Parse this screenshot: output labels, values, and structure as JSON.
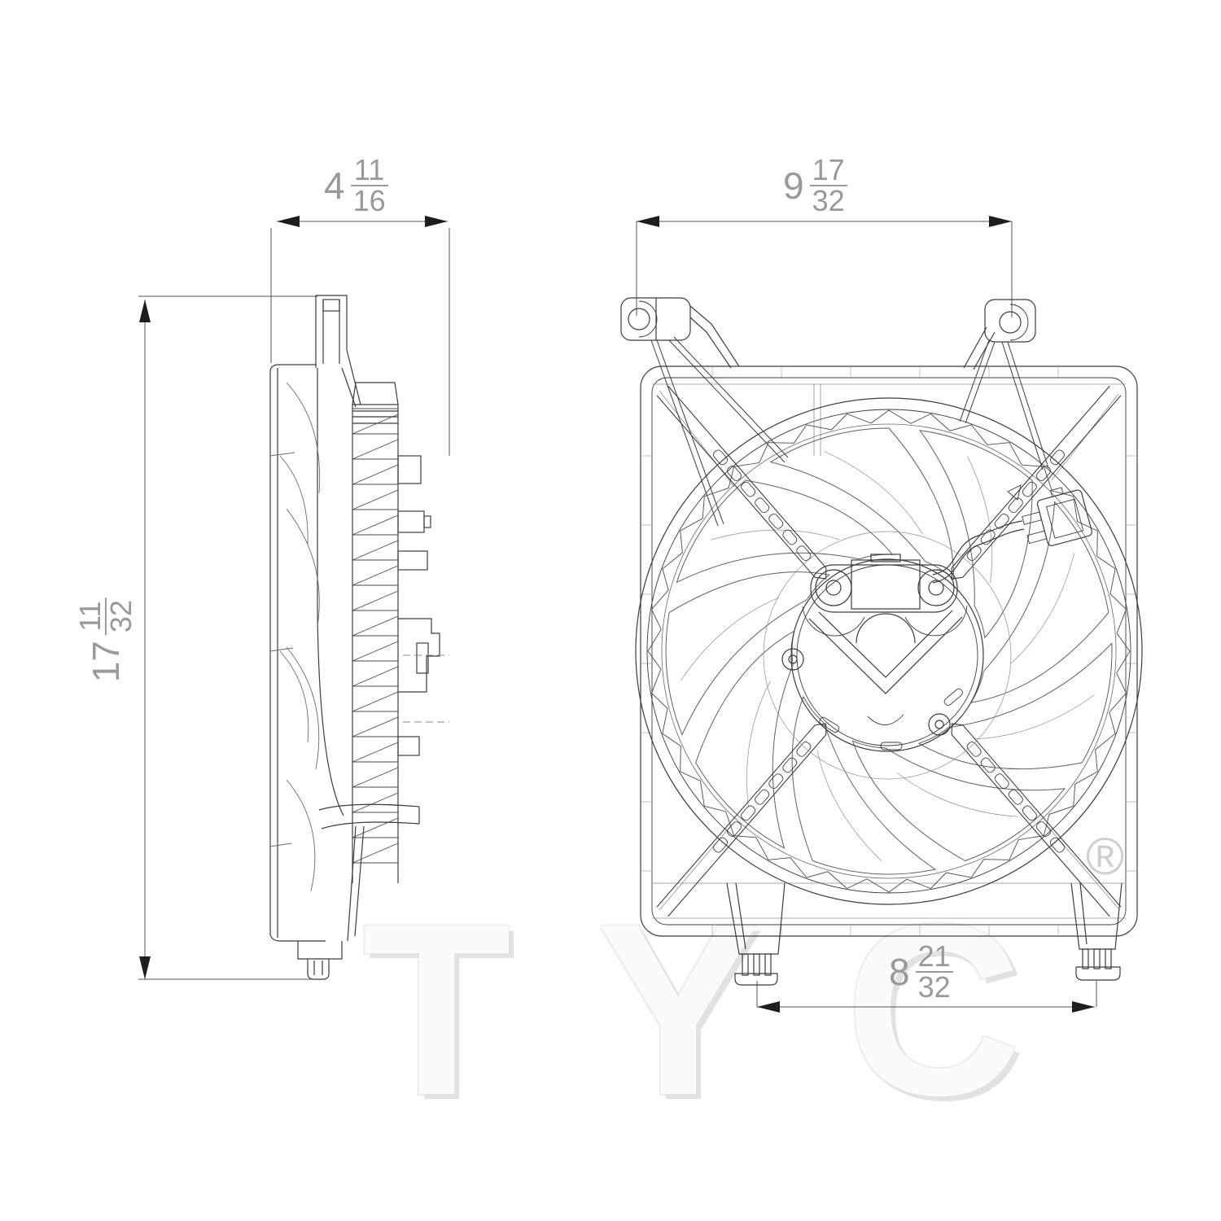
{
  "document": {
    "kind": "technical line drawing",
    "subject": "engine / A-C condenser cooling fan assembly, two orthographic views with dimensions"
  },
  "dimensions": {
    "top_left": {
      "whole": "4",
      "numerator": "11",
      "denominator": "16"
    },
    "top_right": {
      "whole": "9",
      "numerator": "17",
      "denominator": "32"
    },
    "left": {
      "whole": "17",
      "numerator": "11",
      "denominator": "32"
    },
    "bottom": {
      "whole": "8",
      "numerator": "21",
      "denominator": "32"
    }
  },
  "watermark": {
    "text": "TYC",
    "registered": "®"
  },
  "colors": {
    "background": "#ffffff",
    "part_line": "#3c3c3c",
    "light_line": "#6a6a6a",
    "grid_line": "#a8a8a8",
    "dim_line": "#555555",
    "dim_text": "#9a9a9a",
    "watermark_fill": "#fbfbfb",
    "watermark_shadow": "#e2e2e2"
  }
}
